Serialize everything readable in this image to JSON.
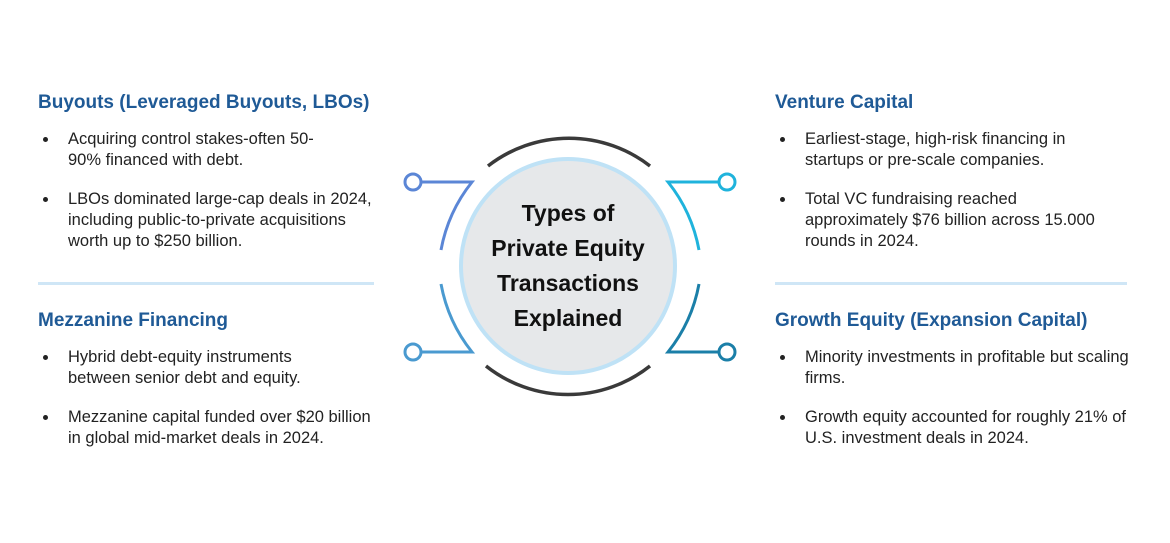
{
  "center_title": [
    "Types of",
    "Private Equity",
    "Transactions",
    "Explained"
  ],
  "sections": {
    "buyouts": {
      "heading": "Buyouts (Leveraged Buyouts, LBOs)",
      "bullets": [
        "Acquiring control stakes-often 50-90% financed with debt.",
        "LBOs dominated large-cap deals in 2024, including public-to-private acquisitions worth up to $250 billion."
      ]
    },
    "mezzanine": {
      "heading": "Mezzanine Financing",
      "bullets": [
        "Hybrid debt-equity instruments between senior debt and equity.",
        "Mezzanine capital funded over $20 billion in global mid-market deals in 2024."
      ]
    },
    "venture": {
      "heading": "Venture Capital",
      "bullets": [
        "Earliest-stage, high-risk financing in startups or pre-scale companies.",
        "Total VC fundraising reached approximately $76 billion across 15.000 rounds in 2024."
      ]
    },
    "growth": {
      "heading": "Growth Equity (Expansion Capital)",
      "bullets": [
        "Minority investments in profitable but scaling firms.",
        "Growth equity accounted for roughly 21% of U.S. investment deals in 2024."
      ]
    }
  },
  "colors": {
    "heading": "#1f5a96",
    "connector_tl": "#5b86d6",
    "connector_bl": "#4a9ad0",
    "connector_tr": "#1fb3dc",
    "connector_br": "#1b7fa8",
    "arc": "#3a3a3a",
    "circle_fill": "#e6e8ea",
    "circle_ring": "#bfe2f6"
  }
}
